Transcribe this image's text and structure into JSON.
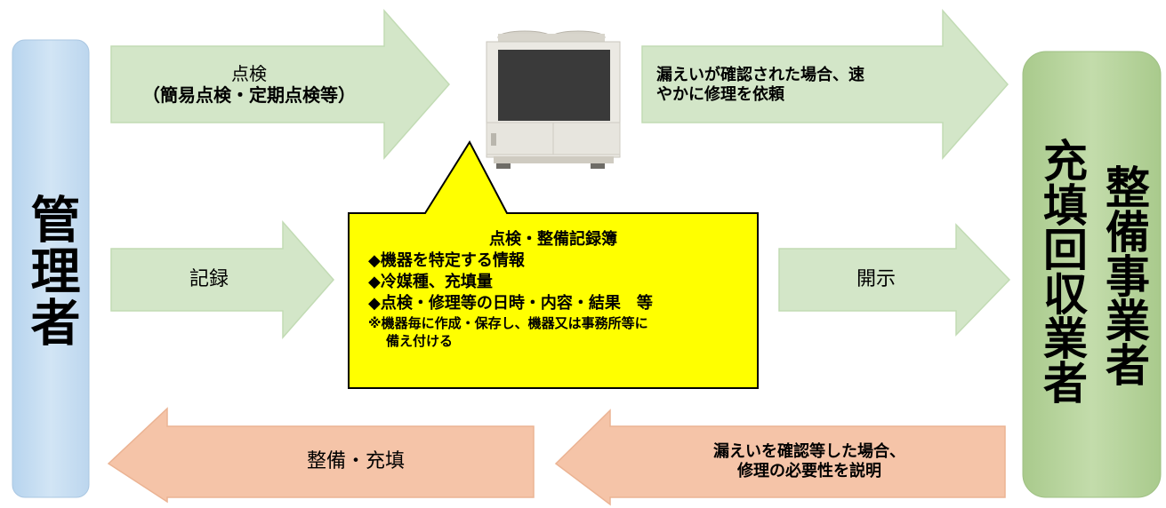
{
  "left_box": {
    "label": "管理者"
  },
  "right_box": {
    "label_col1": "整備事業者",
    "label_col2": "充填回収業者"
  },
  "arrows": {
    "inspection": {
      "line1": "点検",
      "line2": "（簡易点検・定期点検等）"
    },
    "leak_request": {
      "line1": "漏えいが確認された場合、速",
      "line2": "やかに修理を依頼"
    },
    "record": {
      "label": "記録"
    },
    "disclose": {
      "label": "開示"
    },
    "service": {
      "label": "整備・充填"
    },
    "explain": {
      "line1": "漏えいを確認等した場合、",
      "line2": "修理の必要性を説明"
    }
  },
  "record_book": {
    "title": "点検・整備記録簿",
    "items": [
      "◆機器を特定する情報",
      "◆冷媒種、充填量",
      "◆点検・修理等の日時・内容・結果　等"
    ],
    "note_line1": "※機器毎に作成・保存し、機器又は事務所等に",
    "note_line2": "備え付ける"
  },
  "colors": {
    "green_arrow": "#d3e6c8",
    "green_arrow_stroke": "#c2dbb4",
    "orange_arrow": "#f5c4a8",
    "orange_arrow_stroke": "#ebb393",
    "left_box": "#c5dcf0",
    "right_box": "#b6d29c",
    "bubble": "#ffff00"
  }
}
